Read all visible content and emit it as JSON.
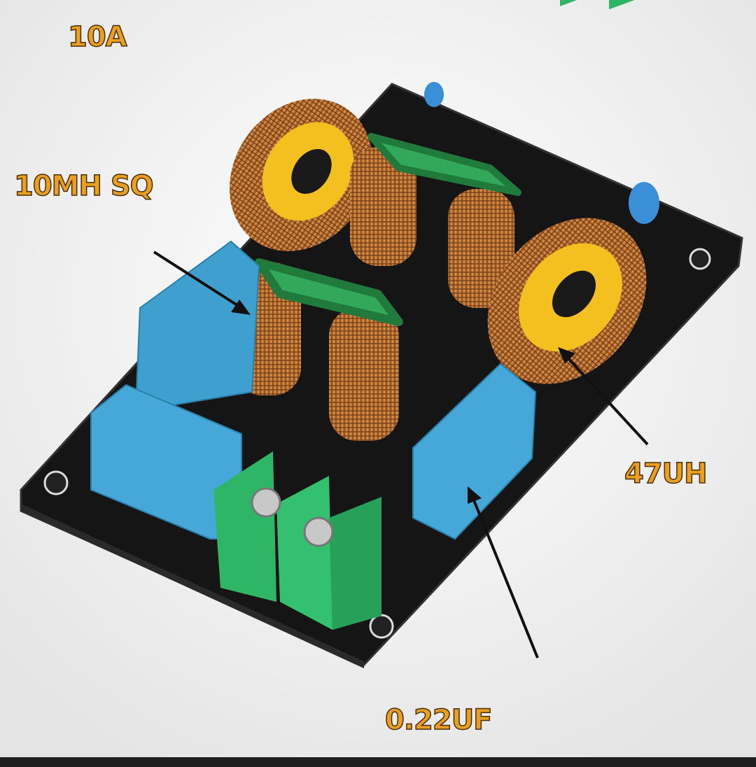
{
  "annotations": {
    "current": "10A",
    "common_mode_choke": "10MH SQ",
    "toroid_inductor": "47UH",
    "capacitor": "0.22UF"
  },
  "colors": {
    "label_fill": "#e9a020",
    "label_outline": "#4a2c08",
    "pcb": "#141414",
    "capacitor_blue": "#3fa0d0",
    "terminal_green": "#2fb566",
    "copper": "#c8742e",
    "toroid_core": "#f4c020"
  }
}
